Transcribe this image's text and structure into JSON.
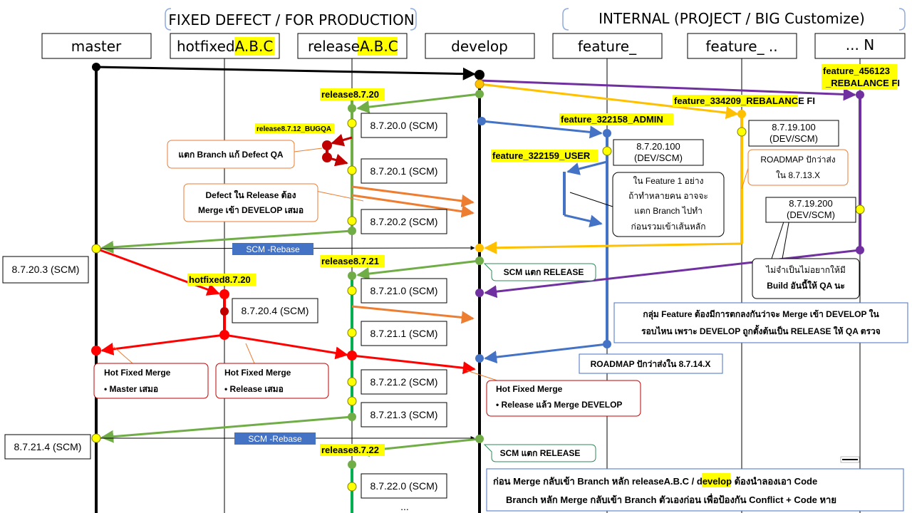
{
  "groups": {
    "left": "FIXED DEFECT / FOR PRODUCTION",
    "right": "INTERNAL (PROJECT / BIG Customize)"
  },
  "lanes": {
    "master": "master",
    "hotfixed_prefix": "hotfixed",
    "hotfixed_suffix": "A.B.C",
    "release_prefix": "release",
    "release_suffix": "A.B.C",
    "develop": "develop",
    "feature1": "feature_",
    "feature2": "feature_ ..",
    "featureN": "... N"
  },
  "tags": {
    "release_8720": "release8.7.20",
    "release_8721": "release8.7.21",
    "release_8722": "release8.7.22",
    "bugqa": "release8.7.12_BUGQA",
    "hotfixed_8720": "hotfixed8.7.20",
    "feature_322158": "feature_322158_ADMIN",
    "feature_322159": "feature_322159_USER",
    "feature_334209": "feature_334209_REBALANCE FI",
    "feature_456123_l1": "feature_456123",
    "feature_456123_l2": "_REBALANCE FI"
  },
  "versions": {
    "v87200": "8.7.20.0 (SCM)",
    "v87201": "8.7.20.1 (SCM)",
    "v87202": "8.7.20.2 (SCM)",
    "v87203": "8.7.20.3 (SCM)",
    "v87204": "8.7.20.4 (SCM)",
    "v87210": "8.7.21.0 (SCM)",
    "v87211": "8.7.21.1 (SCM)",
    "v87212": "8.7.21.2 (SCM)",
    "v87213": "8.7.21.3 (SCM)",
    "v87214": "8.7.21.4 (SCM)",
    "v87220": "8.7.22.0 (SCM)",
    "dots": "...",
    "dev100_l1": "8.7.20.100",
    "dev100_l2": "(DEV/SCM)",
    "dev19100_l1": "8.7.19.100",
    "dev19100_l2": "(DEV/SCM)",
    "dev19200_l1": "8.7.19.200",
    "dev19200_l2": "(DEV/SCM)"
  },
  "labels": {
    "scm_rebase_1": "SCM -Rebase",
    "scm_rebase_2": "SCM -Rebase",
    "scm_release_1": "SCM แตก RELEASE",
    "scm_release_2": "SCM แตก RELEASE",
    "roadmap_blue": "ROADMAP ปักว่าส่งใน 8.7.14.X"
  },
  "notes": {
    "bugqa_l1": "แตก Branch แก้ Defect QA",
    "defect_l1": "Defect ใน Release ต้อง",
    "defect_l2": "Merge เข้า DEVELOP เสมอ",
    "feature1_l1": "ใน Feature 1 อย่าง",
    "feature1_l2": "ถ้าทำหลายคน อาจจะ",
    "feature1_l3": "แตก Branch ไปทำ",
    "feature1_l4": "ก่อนรวมเข้าเส้นหลัก",
    "roadmap_orange_l1": "ROADMAP ปักว่าส่ง",
    "roadmap_orange_l2": "ใน 8.7.13.X",
    "nobuild_l1": "ไม่จำเป็นไม่อยากให้มี",
    "nobuild_l2": "Build อันนี้ให้ QA นะ",
    "group_l1": "กลุ่ม Feature ต้องมีการตกลงกันว่าจะ Merge เข้า DEVELOP ใน",
    "group_l2": "รอบไหน เพราะ DEVELOP ถูกตั้งต้นเป็น RELEASE ให้ QA ตรวจ",
    "hf_master_title": "Hot Fixed Merge",
    "hf_master_item": "Master เสมอ",
    "hf_release_title": "Hot Fixed Merge",
    "hf_release_item": "Release เสมอ",
    "hf_develop_title": "Hot Fixed Merge",
    "hf_develop_item": "Release แล้ว Merge DEVELOP",
    "bottom_l1_a": "ก่อน  Merge  กลับเข้า  Branch  หลัก  release",
    "bottom_l1_hl": "A.B.C",
    "bottom_l1_b": " / develop  ต้องนำลองเอา   Code",
    "bottom_l2": "Branch  หลัก  Merge  กลับเข้า  Branch  ตัวเองก่อน   เพื่อป้องกัน  Conflict + Code  หาย"
  },
  "colors": {
    "black": "#000000",
    "red": "#ff0000",
    "darkred": "#c00000",
    "green": "#70ad47",
    "darkgreen": "#00b050",
    "orange": "#ed7d31",
    "gold": "#ffc000",
    "blue": "#4472c4",
    "purple": "#7030a0",
    "highlight": "#ffff00",
    "yellowdot": "#ffff00"
  }
}
